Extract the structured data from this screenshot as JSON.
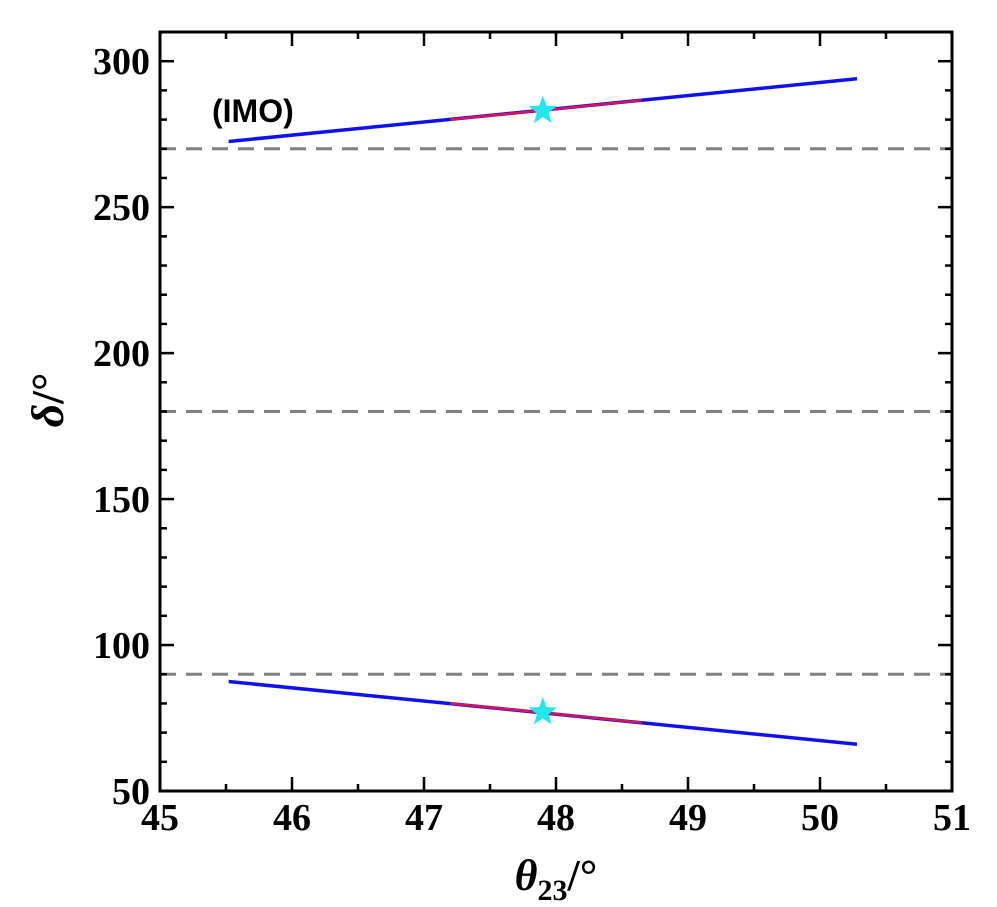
{
  "chart_data": {
    "type": "scatter",
    "panel_label": "(IMO)",
    "xlabel": {
      "symbol": "θ",
      "sub": "23",
      "unit": "/°"
    },
    "ylabel": {
      "symbol": "δ",
      "unit": "/°"
    },
    "xlim": [
      45,
      51
    ],
    "ylim": [
      50,
      310
    ],
    "xticks": [
      45,
      46,
      47,
      48,
      49,
      50,
      51
    ],
    "yticks": [
      50,
      100,
      150,
      200,
      250,
      300
    ],
    "grid": false,
    "reference_lines": [
      {
        "axis": "y",
        "value": 270,
        "style": "dashed",
        "color": "#808080"
      },
      {
        "axis": "y",
        "value": 180,
        "style": "dashed",
        "color": "#808080"
      },
      {
        "axis": "y",
        "value": 90,
        "style": "dashed",
        "color": "#808080"
      }
    ],
    "series": [
      {
        "color": "#1010ee",
        "kind": "band",
        "points": [
          [
            45.52,
            272.5
          ],
          [
            50.28,
            294.0
          ]
        ],
        "width": 1.2
      },
      {
        "color": "#1010ee",
        "kind": "band",
        "points": [
          [
            45.52,
            87.5
          ],
          [
            50.28,
            66.0
          ]
        ],
        "width": 1.2
      },
      {
        "color": "#e8104a",
        "kind": "band",
        "points": [
          [
            47.2,
            280.0
          ],
          [
            48.65,
            286.6
          ]
        ],
        "width": 0.8
      },
      {
        "color": "#e8104a",
        "kind": "band",
        "points": [
          [
            47.2,
            80.0
          ],
          [
            48.65,
            73.4
          ]
        ],
        "width": 0.8
      },
      {
        "color": "#22e5ee",
        "kind": "star",
        "points": [
          [
            47.9,
            283.0
          ],
          [
            47.9,
            77.0
          ]
        ]
      }
    ]
  }
}
